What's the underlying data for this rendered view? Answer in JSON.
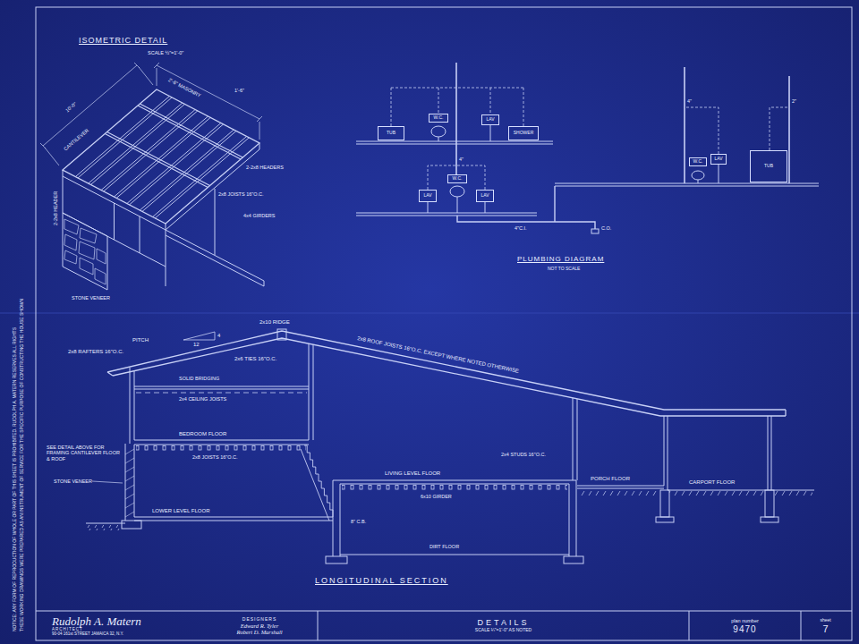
{
  "diagram": {
    "nodes": [
      {
        "text": [
          "TUB"
        ]
      },
      {
        "text": [
          "W.C."
        ]
      },
      {
        "text": [
          "LAV"
        ]
      },
      {
        "text": [
          "SHOWER"
        ]
      },
      {
        "text": [
          "W.C."
        ]
      },
      {
        "text": [
          "LAV"
        ]
      },
      {
        "text": [
          "TUB"
        ]
      },
      {
        "text": [
          "LAV"
        ]
      },
      {
        "text": [
          "W.C."
        ]
      },
      {
        "text": [
          "LAV"
        ]
      },
      {
        "text": [
          "Rudolph A. Matern",
          "ARCHITECT",
          "90-04 161st STREET JAMAICA 32, N.Y."
        ]
      },
      {
        "text": [
          "DESIGNERS",
          "Edward R. Tyler",
          "Robert D. Marshall"
        ]
      },
      {
        "text": [
          "DETAILS",
          "SCALE ¼\"=1'-0\" AS NOTED"
        ]
      },
      {
        "text": [
          "plan number",
          "9470"
        ]
      },
      {
        "text": [
          "sheet",
          "7"
        ]
      }
    ],
    "labels": [
      "ISOMETRIC DETAIL",
      "SCALE ½\"=1'-0\"",
      "2'-6\" MASONRY",
      "1'-6\"",
      "10'-0\"",
      "CANTILEVER",
      "2-2x8 HEADERS",
      "2x8 JOISTS 16\"O.C.",
      "4x4 GIRDERS",
      "2-2x8 HEADER",
      "STONE VENEER",
      "4\"",
      "4\"",
      "2\"",
      "4\"C.I.",
      "C.O.",
      "PLUMBING DIAGRAM",
      "NOT TO SCALE",
      "2x10 RIDGE",
      "12",
      "4",
      "PITCH",
      "2x8 RAFTERS 16\"O.C.",
      "2x6 TIES 16\"O.C.",
      "2x8 ROOF JOISTS 16\"O.C. EXCEPT WHERE NOTED OTHERWISE",
      "SOLID BRIDGING",
      "2x4 CEILING JOISTS",
      "BEDROOM FLOOR",
      "2x8 JOISTS 16\"O.C.",
      "SEE DETAIL ABOVE FOR FRAMING CANTILEVER FLOOR & ROOF",
      "STONE VENEER",
      "LOWER LEVEL FLOOR",
      "2x4 STUDS 16\"O.C.",
      "LIVING LEVEL FLOOR",
      "6x10 GIRDER",
      "8\" C.B.",
      "DIRT FLOOR",
      "PORCH FLOOR",
      "CARPORT FLOOR",
      "LONGITUDINAL SECTION",
      "NOTICE: ANY FORM OF REPRODUCTION OF WHOLE OR PART OF THIS SHEET IS PROHIBITED. RUDOLPH A. MATERN RESERVES ALL RIGHTS",
      "THESE WORKING DRAWINGS WERE PREPARED AS AN INSTRUMENT OF SERVICE FOR THE SPECIFIC PURPOSE OF CONSTRUCTING THE HOUSE SHOWN"
    ]
  }
}
